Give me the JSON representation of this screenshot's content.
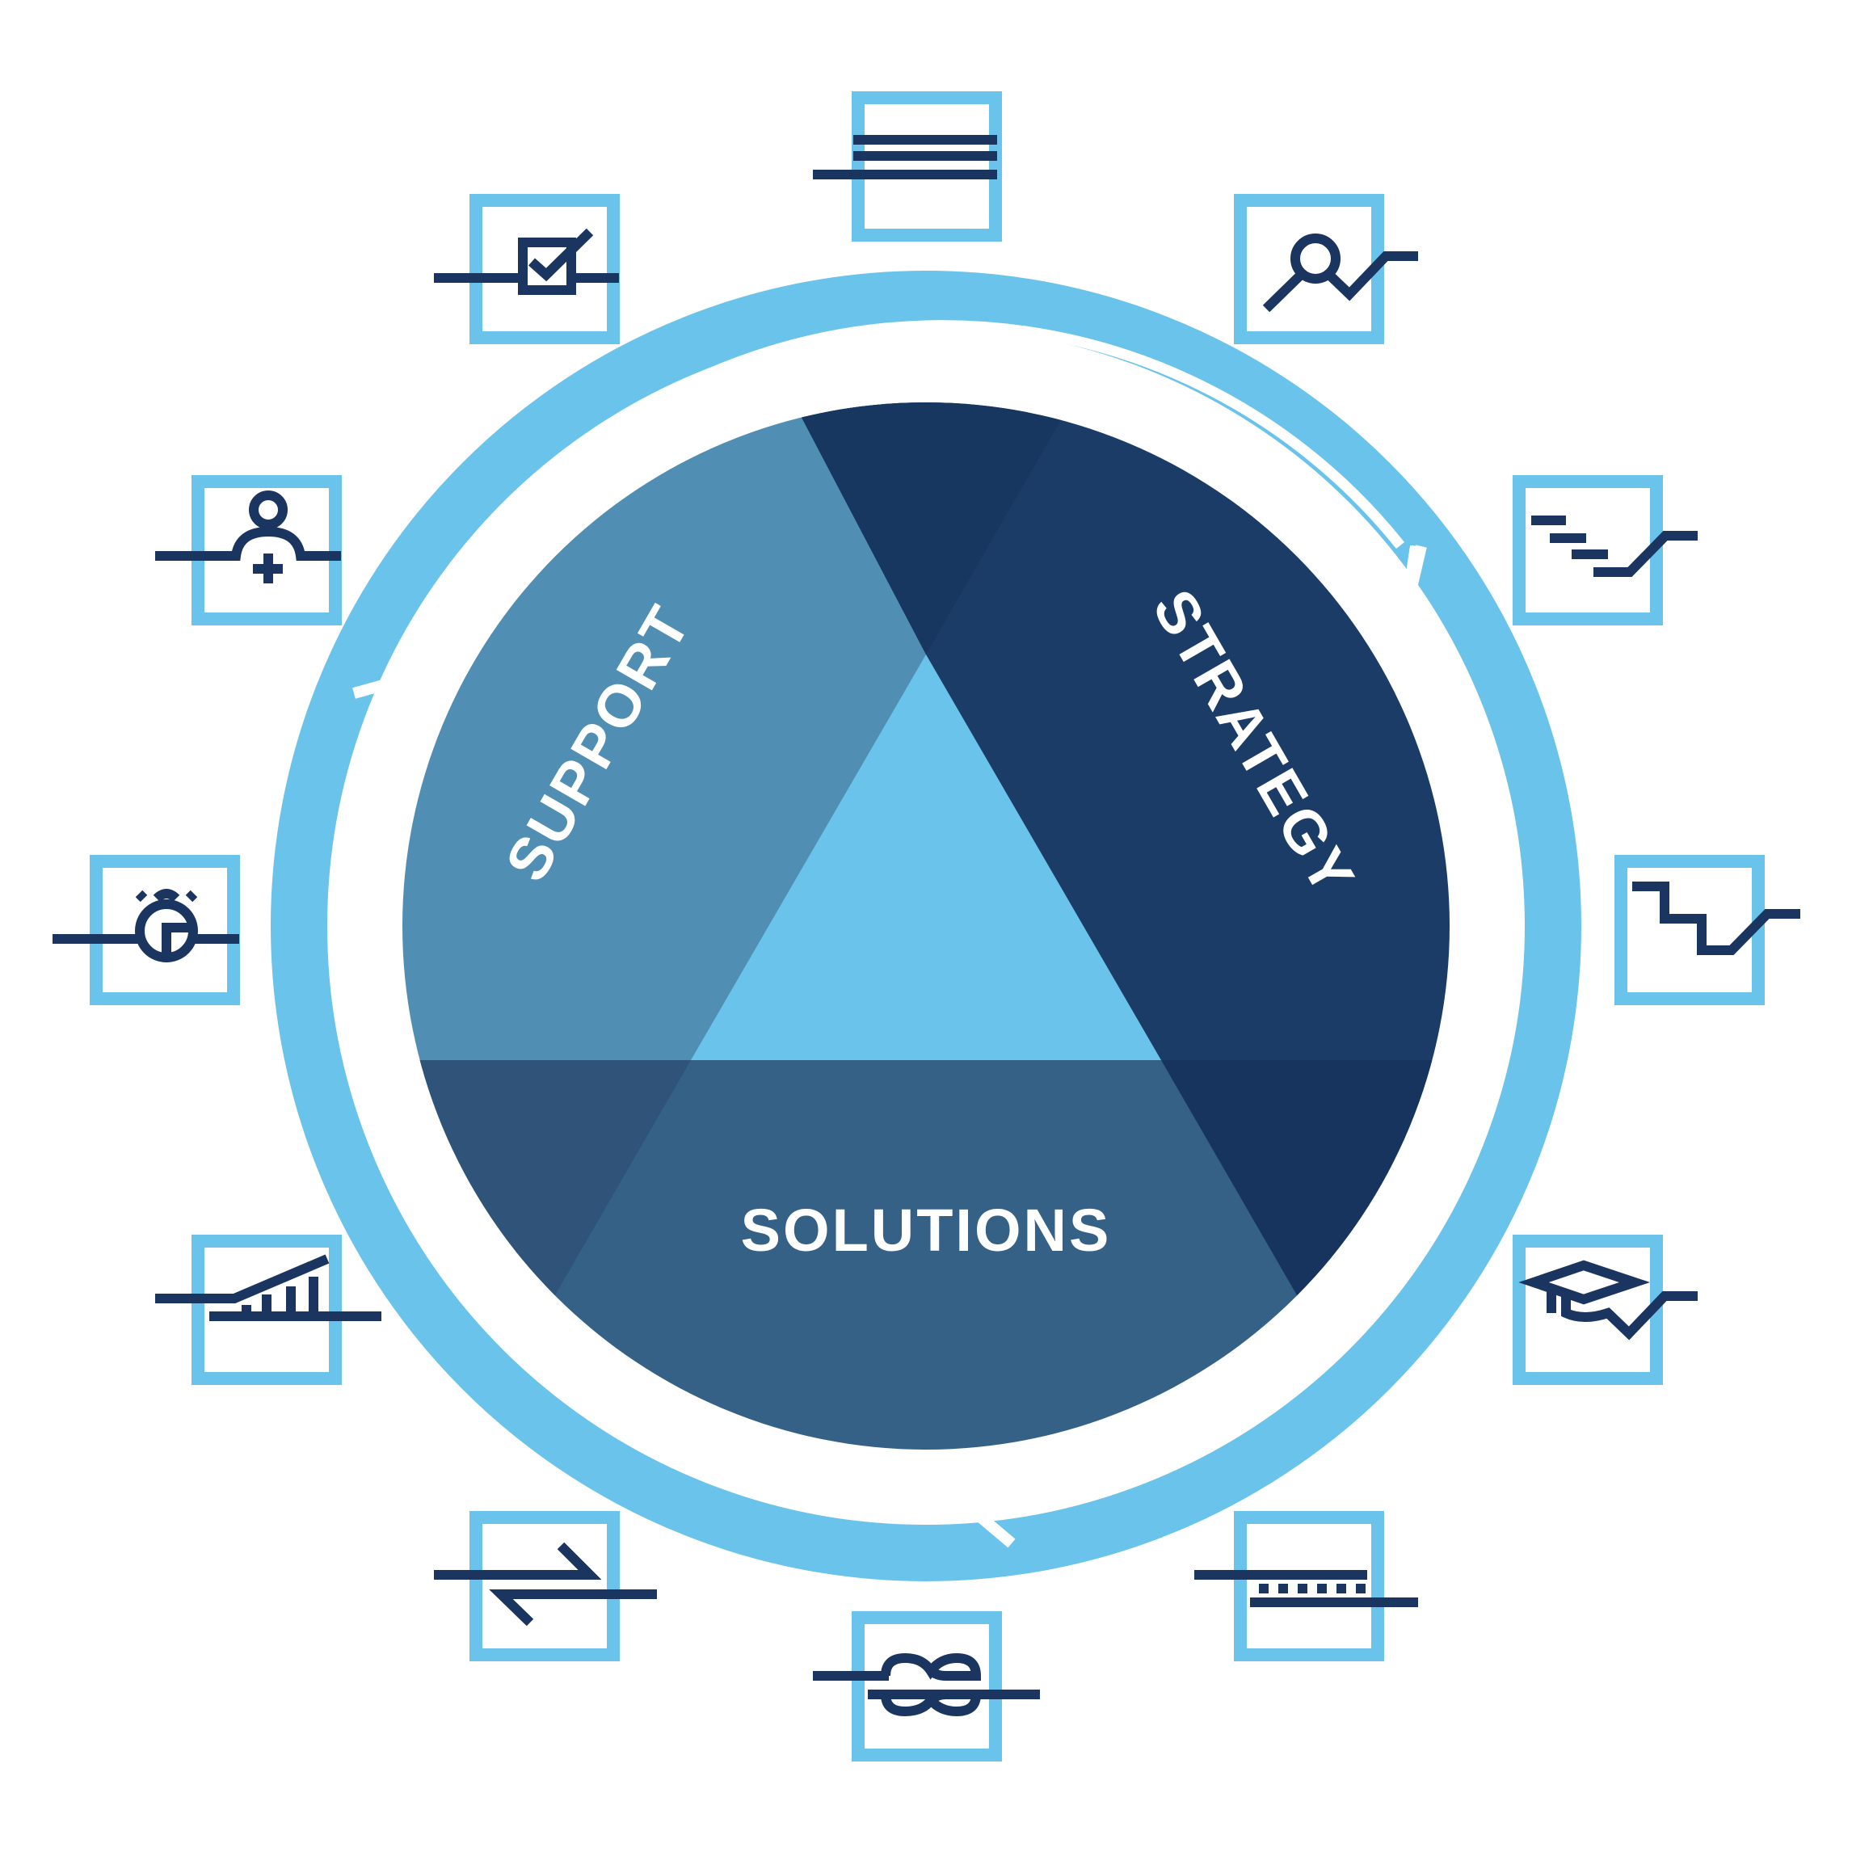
{
  "colors": {
    "ring": "#6ac3ea",
    "ring_arrow": "#ffffff",
    "support": "#508fb3",
    "strategy": "#1b3c66",
    "solutions": "#356187",
    "overlap_support_solutions": "#2f5379",
    "overlap_top": "#173761",
    "overlap_bottom_right": "#16345e",
    "triangle": "#6ac3ea",
    "icon_frame": "#6ac3ea",
    "icon_stroke": "#1a3560",
    "label_text": "#ffffff"
  },
  "segments": {
    "support": "SUPPORT",
    "strategy": "STRATEGY",
    "solutions": "SOLUTIONS"
  },
  "icons": [
    "document-lines-icon",
    "magnifier-trend-icon",
    "staircase-trend-icon",
    "step-chart-trend-icon",
    "graduation-cap-trend-icon",
    "server-rack-icon",
    "chain-link-icon",
    "exchange-arrows-icon",
    "bar-chart-growth-icon",
    "stopwatch-icon",
    "user-add-icon",
    "checkbox-approval-icon"
  ]
}
